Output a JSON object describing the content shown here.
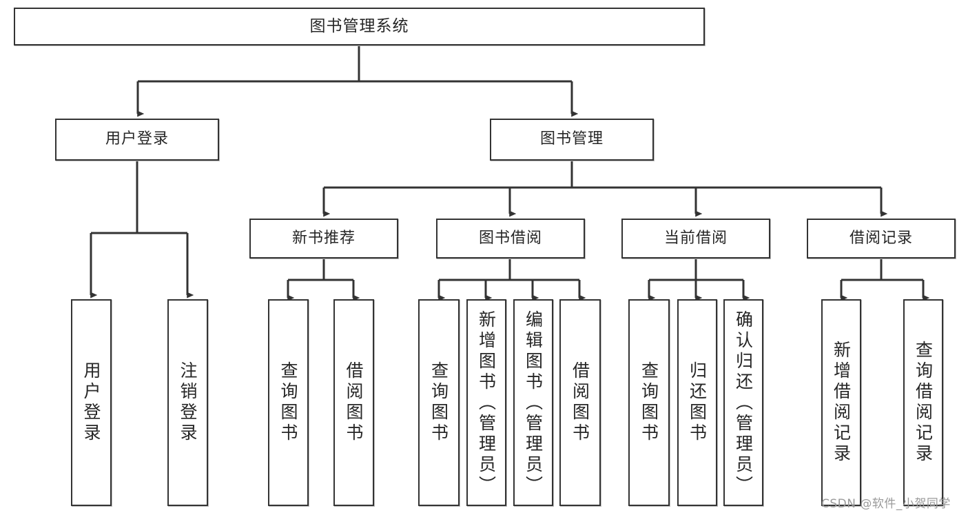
{
  "diagram": {
    "title": "图书管理系统",
    "type": "functional-structure-tree",
    "colors": {
      "box_border": "#333333",
      "box_fill": "#ffffff",
      "line": "#333333",
      "text": "#262626",
      "watermark": "#9a9a9a",
      "canvas": "#ffffff"
    },
    "watermark": "CSDN @软件_小贺同学",
    "nodes": {
      "root": {
        "label": "图书管理系统",
        "level": 0
      },
      "level1": [
        {
          "id": "user-login",
          "label": "用户登录"
        },
        {
          "id": "book-manage",
          "label": "图书管理"
        }
      ],
      "level2": [
        {
          "id": "new-book-recommend",
          "label": "新书推荐",
          "parent": "book-manage"
        },
        {
          "id": "book-borrow",
          "label": "图书借阅",
          "parent": "book-manage"
        },
        {
          "id": "current-borrow",
          "label": "当前借阅",
          "parent": "book-manage"
        },
        {
          "id": "borrow-record",
          "label": "借阅记录",
          "parent": "book-manage"
        }
      ],
      "leaves": {
        "user-login": [
          {
            "id": "leaf-user-login",
            "label": "用户登录"
          },
          {
            "id": "leaf-user-logout",
            "label": "注销登录"
          }
        ],
        "new-book-recommend": [
          {
            "id": "leaf-query-book-1",
            "label": "查询图书"
          },
          {
            "id": "leaf-borrow-book-1",
            "label": "借阅图书"
          }
        ],
        "book-borrow": [
          {
            "id": "leaf-query-book-2",
            "label": "查询图书"
          },
          {
            "id": "leaf-add-book",
            "label": "新增图书（管理员）"
          },
          {
            "id": "leaf-edit-book",
            "label": "编辑图书（管理员）"
          },
          {
            "id": "leaf-borrow-book-2",
            "label": "借阅图书"
          }
        ],
        "current-borrow": [
          {
            "id": "leaf-query-book-3",
            "label": "查询图书"
          },
          {
            "id": "leaf-return-book",
            "label": "归还图书"
          },
          {
            "id": "leaf-confirm-return",
            "label": "确认归还（管理员）"
          }
        ],
        "borrow-record": [
          {
            "id": "leaf-add-record",
            "label": "新增借阅记录"
          },
          {
            "id": "leaf-query-record",
            "label": "查询借阅记录"
          }
        ]
      }
    }
  }
}
